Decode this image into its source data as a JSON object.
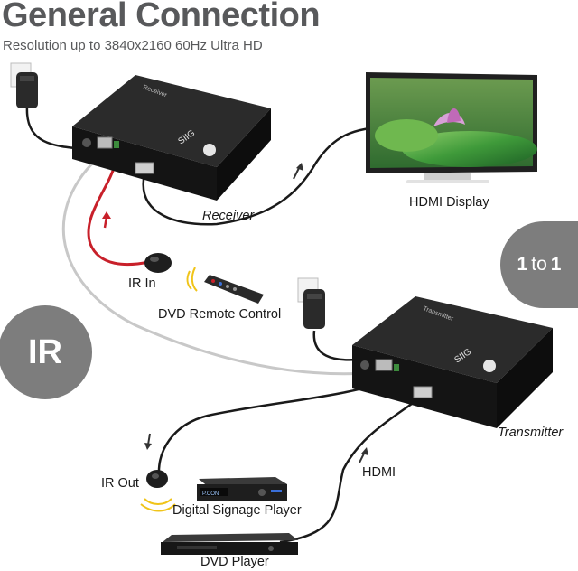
{
  "title": "General Connection",
  "subtitle": "Resolution up to 3840x2160 60Hz Ultra HD",
  "labels": {
    "receiver": "Receiver",
    "hdmi_display": "HDMI Display",
    "ir_in": "IR In",
    "dvd_remote": "DVD Remote Control",
    "transmitter": "Transmitter",
    "hdmi": "HDMI",
    "ir_out": "IR Out",
    "digital_signage": "Digital Signage Player",
    "dvd_player": "DVD Player"
  },
  "badges": {
    "ir": "IR",
    "one": "1",
    "to": "to",
    "one_b": "1"
  },
  "devices": {
    "receiver_text": "Receiver",
    "transmitter_text": "Transmitter",
    "brand": "SIIG",
    "player_display": "P.CON"
  },
  "colors": {
    "device": "#1e1e1e",
    "cable": "#1a1a1a",
    "cat_cable": "#c8c8c8",
    "ir_cable": "#c8202a",
    "badge": "#7d7d7d",
    "text": "#58595b"
  },
  "icons": [
    "power-adapter-icon",
    "receiver-box-icon",
    "transmitter-box-icon",
    "hdmi-display-icon",
    "ir-receiver-icon",
    "remote-control-icon",
    "ir-emitter-icon",
    "signage-player-icon",
    "dvd-player-icon",
    "direction-arrow-icon"
  ]
}
